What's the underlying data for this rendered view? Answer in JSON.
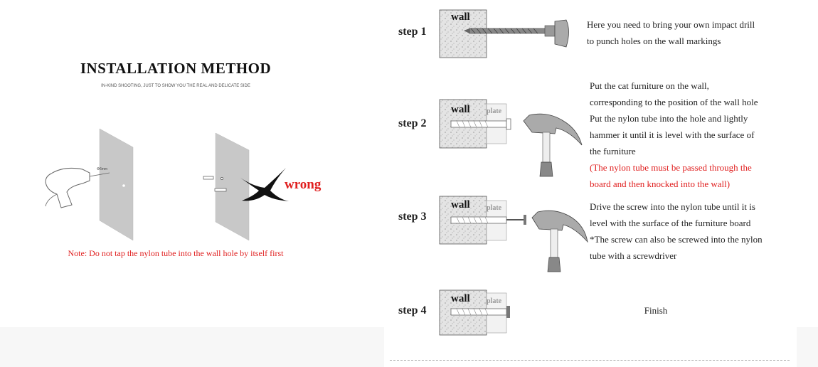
{
  "left": {
    "title": "INSTALLATION METHOD",
    "subtitle": "IN-KIND SHOOTING, JUST TO SHOW YOU THE REAL AND DELICATE SIDE",
    "drill_dim": "Φ6mm",
    "wrong_label": "wrong",
    "note": "Note: Do not tap the nylon tube into the wall hole by itself first"
  },
  "steps": [
    {
      "label": "step 1",
      "wall_label": "wall",
      "description": [
        "Here you need to bring your own impact drill",
        "to punch holes on the wall markings"
      ],
      "tool": "drill-bit-icon"
    },
    {
      "label": "step 2",
      "wall_label": "wall",
      "plate_label": "plate",
      "description": [
        "Put the cat furniture on the wall,",
        "corresponding to the position of the wall hole",
        "Put the nylon tube into the hole and lightly",
        "hammer it until it is level with the surface of",
        "the furniture"
      ],
      "warning": [
        "(The nylon tube must be passed through the",
        "board and then knocked into the wall)"
      ],
      "tool": "hammer-icon"
    },
    {
      "label": "step 3",
      "wall_label": "wall",
      "plate_label": "plate",
      "description": [
        "Drive the screw into the nylon tube until it is",
        "level with the surface of the furniture board",
        "*The screw can also be screwed into the nylon",
        "tube with a screwdriver"
      ],
      "tool": "hammer-icon"
    },
    {
      "label": "step 4",
      "wall_label": "wall",
      "plate_label": "plate",
      "description": [
        "Finish"
      ]
    }
  ],
  "colors": {
    "warning": "#e02020",
    "wall_fill": "#e4e4e4",
    "plate_fill": "#f2f2f2",
    "panel_gray": "#c8c8c8"
  }
}
